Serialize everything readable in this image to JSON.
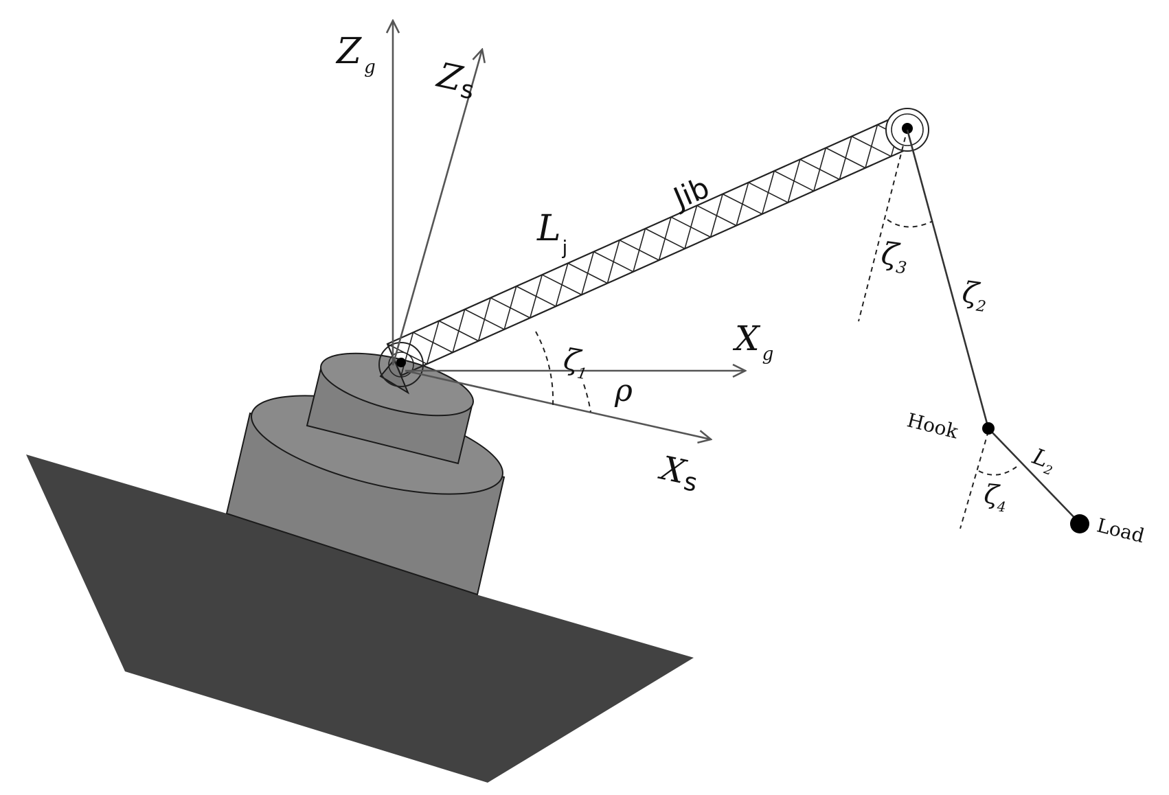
{
  "labels": {
    "zg_main": "Z",
    "zg_sub": "g",
    "zs_main": "Z",
    "zs_sub": "s",
    "xg_main": "X",
    "xg_sub": "g",
    "xs_main": "X",
    "xs_sub": "s",
    "jib": "Jib",
    "lj_main": "L",
    "lj_sub": "j",
    "zeta1_main": "ζ",
    "zeta1_sub": "1",
    "rho": "ρ",
    "zeta2_main": "ζ",
    "zeta2_sub": "2",
    "zeta3_main": "ζ",
    "zeta3_sub": "3",
    "zeta4_main": "ζ",
    "zeta4_sub": "4",
    "l2_main": "L",
    "l2_sub": "2",
    "hook": "Hook",
    "load": "Load"
  },
  "colors": {
    "hull": "#424242",
    "base_body": "#808080",
    "base_top": "#878787",
    "axis": "#555555",
    "ink": "#111111"
  }
}
